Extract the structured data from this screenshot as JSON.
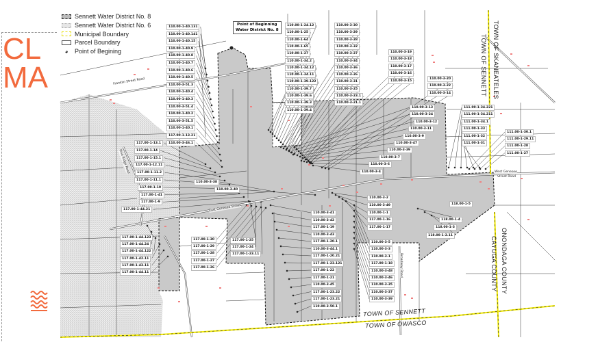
{
  "slide": {
    "title_fragment_1": "CL",
    "title_fragment_2": "MA",
    "accent_color": "#f26a3d",
    "waves_icon": "waves-icon"
  },
  "legend": {
    "items": [
      {
        "label": "Sennett Water District No. 8",
        "symbol": "gray-fill-dashed"
      },
      {
        "label": "Sennett Water District No. 6",
        "symbol": "stipple-fill"
      },
      {
        "label": "Municipal Boundary",
        "symbol": "yellow-dashed"
      },
      {
        "label": "Parcel Boundary",
        "symbol": "outline"
      },
      {
        "label": "Point of Begining",
        "symbol": "point-icon"
      }
    ]
  },
  "colors": {
    "district8": "#c9c9c9",
    "district6": "#e6e6e6",
    "municipal": "#f2ea00",
    "structures": "#f08080"
  },
  "point_of_beginning": {
    "line1": "Point of Beginning",
    "line2": "Water District No. 8"
  },
  "towns": {
    "skaneateles": "TOWN OF SKANEATELES",
    "sennett_vertical": "TOWN OF SENNETT",
    "onondaga": "ONONDAGA COUNTY",
    "cayuga": "CAYUGA COUNTY",
    "sennett_bottom": "TOWN OF SENNETT",
    "owasco": "TOWN OF OWASCO"
  },
  "roads": {
    "franklin": "Franklin Street Road",
    "east_genesee": "East Genesee Street",
    "west_genesee_1": "West Genesee",
    "west_genesee_2": "Street Road",
    "pine_ridge": "Pine Ridge Road",
    "broadway": "Broadway Road"
  },
  "parcels": {
    "g1": [
      "110.00-1-40.131",
      "110.00-1-40.141",
      "110.00-1-40.15",
      "110.00-1-40.9",
      "110.00-1-40.8",
      "110.00-1-40.7",
      "110.00-1-40.6",
      "110.00-1-40.5",
      "110.00-3-51.3",
      "110.00-1-40.4",
      "110.00-1-40.3",
      "110.00-3-51.4",
      "110.00-1-40.2",
      "110.00-3-51.5",
      "110.00-1-40.1",
      "117.00-1-13.21",
      "110.00-3-46.1"
    ],
    "g2": [
      "110.00-1-24.12",
      "110.00-1-25",
      "110.00-1-64",
      "110.00-1-65",
      "110.00-1-27",
      "110.00-1-34.2",
      "110.00-1-34.12",
      "110.00-1-34.11",
      "110.00-1-39.122",
      "110.00-1-39.7",
      "110.00-1-39.6",
      "110.00-1-39.3",
      "110.00-1-39.4"
    ],
    "g3": [
      "110.00-3-30",
      "110.00-3-29",
      "110.00-3-28",
      "110.00-3-32",
      "110.00-3-27",
      "110.00-3-34",
      "110.00-3-36",
      "110.00-3-26",
      "110.00-3-31",
      "110.00-3-25",
      "110.00-3-23.1",
      "110.00-3-21.1"
    ],
    "g4": [
      "110.00-3-19",
      "110.00-3-18",
      "110.00-3-17",
      "110.00-3-16",
      "110.00-3-15"
    ],
    "g5": [
      "110.00-3-20",
      "110.00-3-22",
      "110.00-3-14"
    ],
    "g6": [
      "110.00-3-13",
      "110.00-3-24",
      "110.00-3-12",
      "110.00-3-11",
      "110.00-3-9",
      "110.00-3-47",
      "110.00-3-39",
      "110.00-3-7",
      "110.00-3-6",
      "110.00-3-4"
    ],
    "g7": [
      "111.00-1-34.221",
      "111.00-1-34.211",
      "111.00-1-34.1",
      "111.00-1-33",
      "111.00-1-32",
      "111.00-1-31"
    ],
    "g8": [
      "111.00-1-30.1",
      "111.00-1-29.11",
      "111.00-1-28",
      "111.00-1-27"
    ],
    "g9": [
      "117.00-1-13.1",
      "117.00-1-14",
      "117.00-1-15.1",
      "117.00-1-12.11",
      "117.00-1-11.2",
      "117.00-1-11.1",
      "117.00-1-10",
      "117.00-1-41",
      "117.00-1-9",
      "117.00-1-44.21"
    ],
    "g9b": [
      "110.00-3-38",
      "110.00-3-40"
    ],
    "g10": [
      "117.00-1-44.123",
      "117.00-1-44.24",
      "117.00-1-44.122",
      "117.00-1-42.11",
      "117.00-1-43.11",
      "117.00-1-44.11"
    ],
    "g11": [
      "117.00-1-30",
      "117.00-1-29",
      "117.00-1-28",
      "117.00-1-27",
      "117.00-1-26"
    ],
    "g12": [
      "117.00-1-25",
      "117.00-1-24",
      "117.00-1-23.11"
    ],
    "g13": [
      "110.00-3-41",
      "110.00-3-42",
      "117.00-1-19",
      "110.00-3-43",
      "117.00-1-20.1",
      "110.00-3-44.1",
      "117.00-1-20.21",
      "117.00-1-23.121",
      "117.00-1-22",
      "117.00-1-21",
      "110.00-3-45",
      "117.00-1-23.22",
      "117.00-1-23.21",
      "110.00-3-50.1"
    ],
    "g14": [
      "110.00-3-2",
      "110.00-3-49",
      "110.00-1-1",
      "117.00-1-16",
      "117.00-1-17"
    ],
    "g15": [
      "110.00-3-5",
      "110.00-3-3",
      "110.00-3-1",
      "117.00-1-18",
      "110.00-3-48",
      "110.00-3-46",
      "110.00-3-35",
      "110.00-3-37",
      "110.00-3-39"
    ],
    "g16": [
      "118.00-1-5",
      "118.00-1-4",
      "118.00-1-3",
      "118.00-1-2.11"
    ]
  }
}
